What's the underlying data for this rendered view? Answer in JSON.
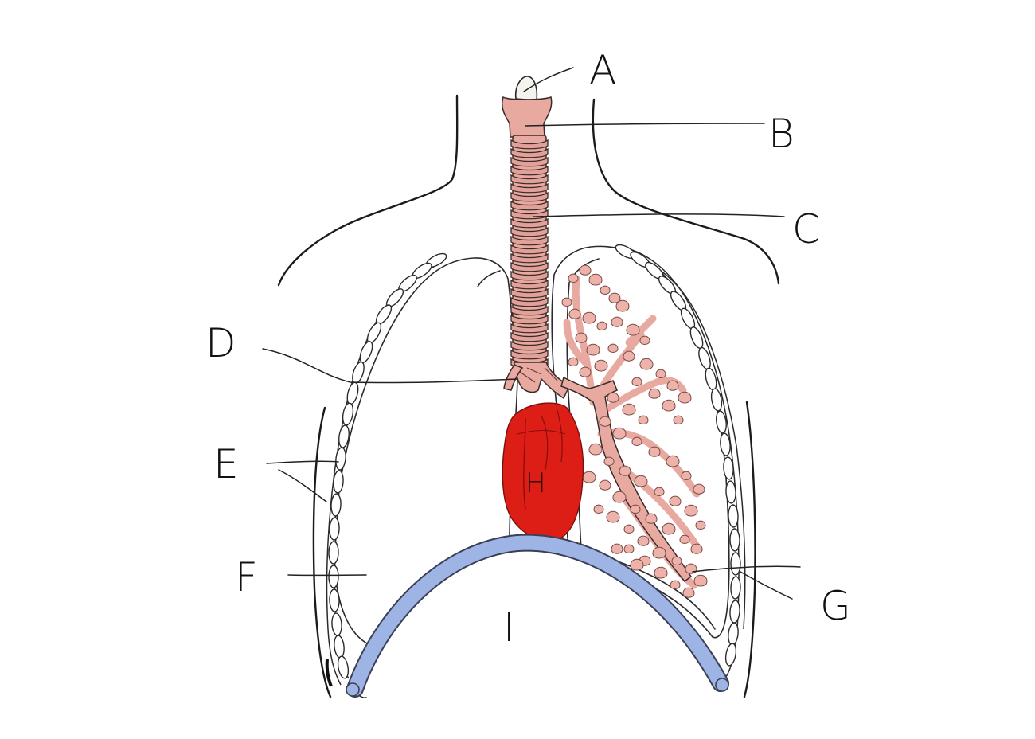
{
  "labels": {
    "A": "A",
    "B": "B",
    "C": "C",
    "D": "D",
    "E": "E",
    "F": "F",
    "G": "G",
    "H": "H",
    "I": "I"
  },
  "colors": {
    "heart": "#dd1e16",
    "diaphragm": "#9eb4e4",
    "trachea": "#e8aaa0",
    "bronchial_tree": "#edb3ab"
  }
}
